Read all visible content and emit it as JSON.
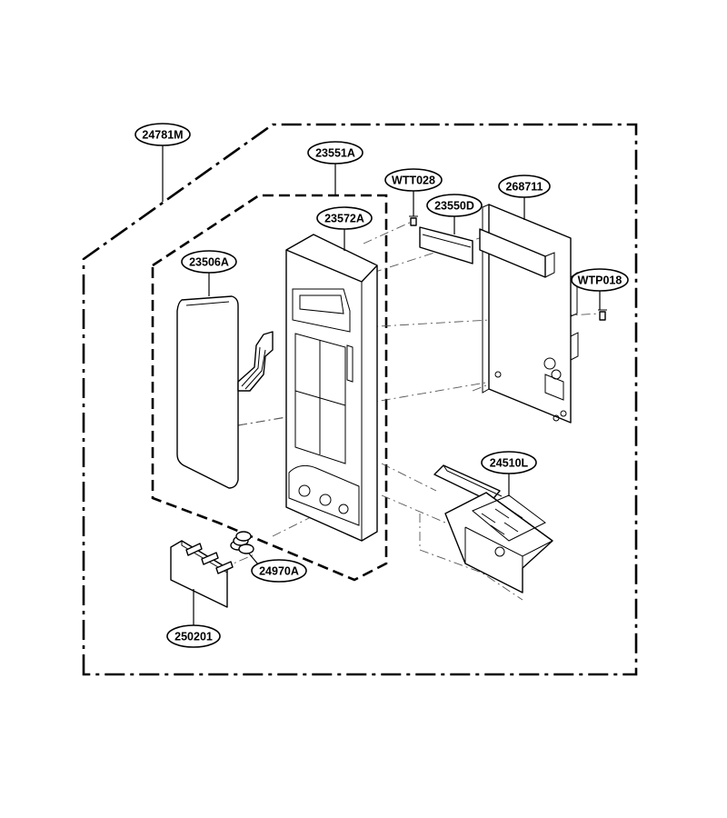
{
  "diagram": {
    "labels": {
      "l24781M": "24781M",
      "l23551A": "23551A",
      "lWTT028": "WTT028",
      "l23550D": "23550D",
      "l268711": "268711",
      "l23572A": "23572A",
      "l23506A": "23506A",
      "lWTP018": "WTP018",
      "l24510L": "24510L",
      "l24970A": "24970A",
      "l250201": "250201"
    }
  }
}
